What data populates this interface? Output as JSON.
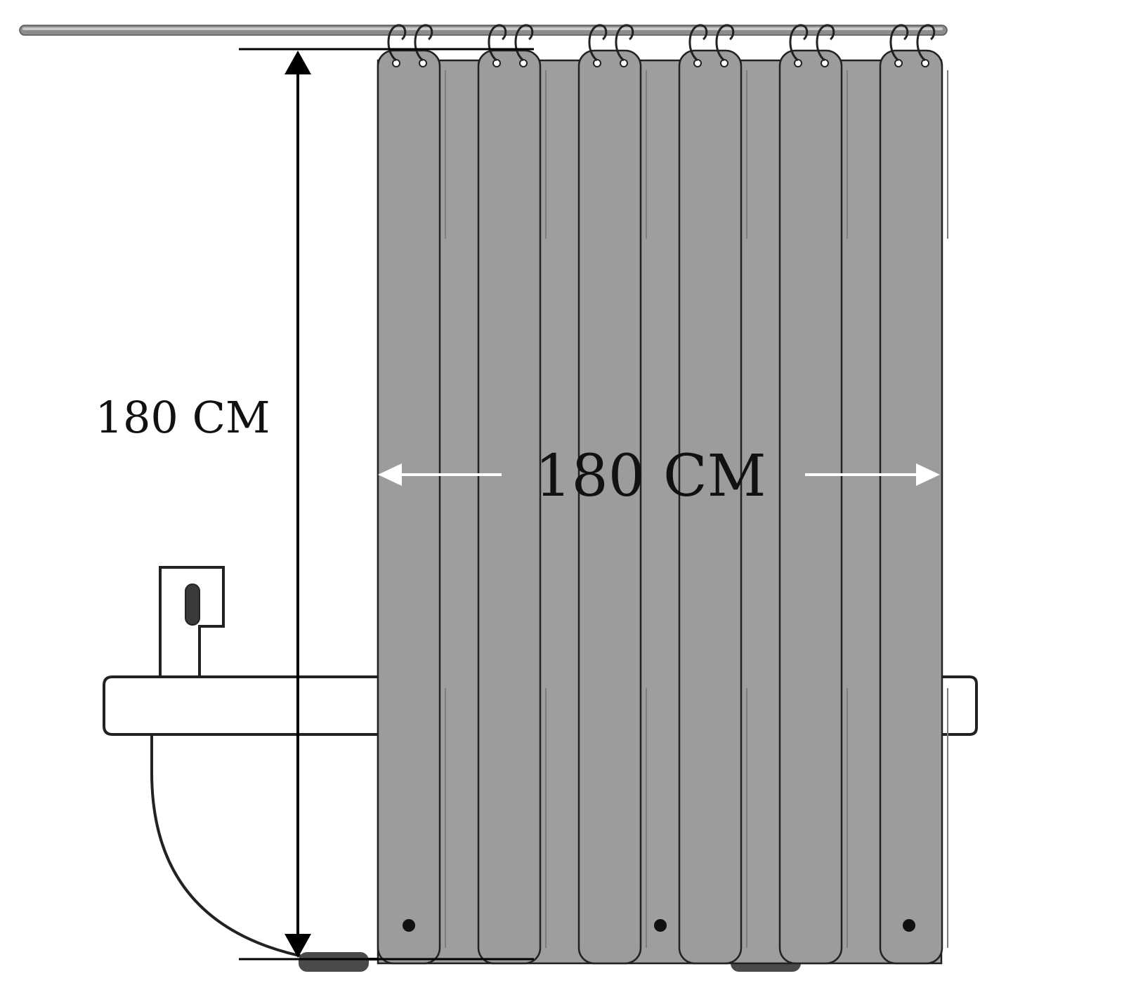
{
  "dimensions": {
    "height_label": "180 CM",
    "width_label": "180 CM"
  },
  "colors": {
    "curtain": "#9e9e9e",
    "curtain_outline": "#222222",
    "rod": "#8c8c8c",
    "line": "#000000",
    "arrow_white": "#ffffff",
    "tub_foot": "#4a4a4a"
  },
  "curtain": {
    "panel_count": 6,
    "hook_pairs": 6,
    "bottom_weights": 3
  }
}
